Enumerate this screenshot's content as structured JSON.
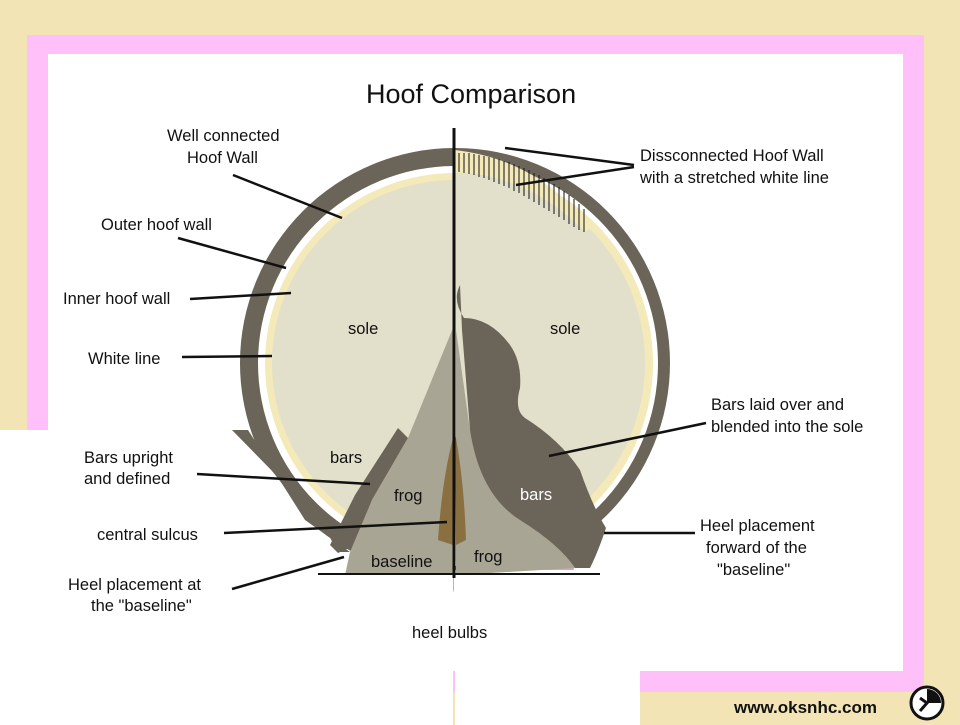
{
  "title": "Hoof Comparison",
  "labels": {
    "well_connected_1": "Well connected",
    "well_connected_2": "Hoof Wall",
    "outer_hoof_wall": "Outer hoof wall",
    "inner_hoof_wall": "Inner hoof wall",
    "white_line": "White line",
    "bars_upright_1": "Bars upright",
    "bars_upright_2": "and defined",
    "central_sulcus": "central sulcus",
    "heel_baseline_1": "Heel placement at",
    "heel_baseline_2": "the \"baseline\"",
    "disconnected_1": "Dissconnected Hoof Wall",
    "disconnected_2": "with a stretched white line",
    "bars_laid_1": "Bars laid over and",
    "bars_laid_2": "blended into the sole",
    "heel_forward_1": "Heel placement",
    "heel_forward_2": "forward of the",
    "heel_forward_3": "\"baseline\"",
    "sole_left": "sole",
    "sole_right": "sole",
    "bars_left": "bars",
    "bars_right": "bars",
    "frog_left": "frog",
    "frog_right": "frog",
    "baseline": "baseline",
    "heel_bulbs": "heel bulbs"
  },
  "footer": {
    "website": "www.oksnhc.com"
  },
  "colors": {
    "background": "#f2e4b4",
    "frame": "#ffbff8",
    "hoof_wall": "#6b6559",
    "sole": "#e2dfcb",
    "white_line": "#f4e9b8",
    "frog": "#a9a594",
    "sulcus": "#8a7040",
    "heel_bulbs": "#dfa2b8"
  },
  "icons": {
    "logo": "horseshoe-logo-icon"
  }
}
